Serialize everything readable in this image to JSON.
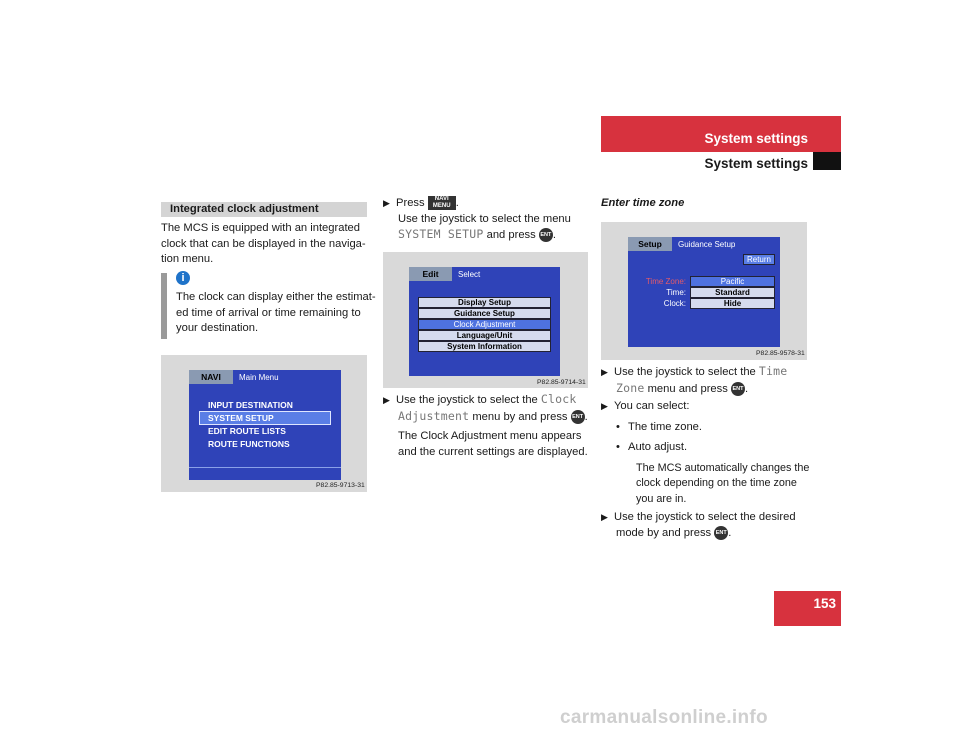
{
  "header": {
    "title": "System settings",
    "subtitle": "System settings"
  },
  "page_number": "153",
  "col1": {
    "section_heading": "Integrated clock adjustment",
    "intro_lines": [
      "The MCS is equipped with an integrated",
      "clock that can be displayed in the naviga-",
      "tion menu."
    ],
    "info_icon": "i",
    "info_lines": [
      "The clock can display either the estimat-",
      "ed time of arrival or time remaining to",
      "your destination."
    ],
    "screen": {
      "tab": "NAVI",
      "title": "Main Menu",
      "items": [
        "INPUT DESTINATION",
        "SYSTEM SETUP",
        "EDIT ROUTE LISTS",
        "ROUTE FUNCTIONS"
      ],
      "code": "P82.85-9713-31"
    }
  },
  "col2": {
    "step1_press": "Press",
    "navi_button_line1": "NAVI",
    "navi_button_line2": "MENU",
    "step1_use": "Use the joystick to select the menu",
    "system_setup": "SYSTEM SETUP",
    "and_press": "and press",
    "ent_label": "ENT",
    "screen": {
      "tab": "Edit",
      "title": "Select",
      "items": [
        "Display Setup",
        "Guidance Setup",
        "Clock Adjustment",
        "Language/Unit",
        "System Information"
      ],
      "code": "P82.85-9714-31"
    },
    "step2_prefix": "Use the joystick to select the",
    "clock": "Clock",
    "adjustment": "Adjustment",
    "step2_suffix": "menu by and press",
    "note_lines": [
      "The Clock Adjustment menu appears",
      "and the current settings are displayed."
    ]
  },
  "col3": {
    "heading": "Enter time zone",
    "screen": {
      "tab": "Setup",
      "title": "Guidance Setup",
      "return": "Return",
      "label_timezone": "Time Zone:",
      "label_time": "Time:",
      "label_clock": "Clock:",
      "val_timezone": "Pacific",
      "val_time": "Standard",
      "val_clock": "Hide",
      "code": "P82.85-9578-31"
    },
    "step1_prefix": "Use the joystick to select the",
    "time": "Time",
    "zone": "Zone",
    "step1_suffix": "menu and press",
    "step2": "You can select:",
    "bullet1": "The time zone.",
    "bullet2": "Auto adjust.",
    "auto_lines": [
      "The MCS automatically changes the",
      "clock depending on the time zone",
      "you are in."
    ],
    "step3_line1": "Use the joystick to select the desired",
    "step3_line2": "mode by and press"
  },
  "watermark": "carmanualsonline.info"
}
